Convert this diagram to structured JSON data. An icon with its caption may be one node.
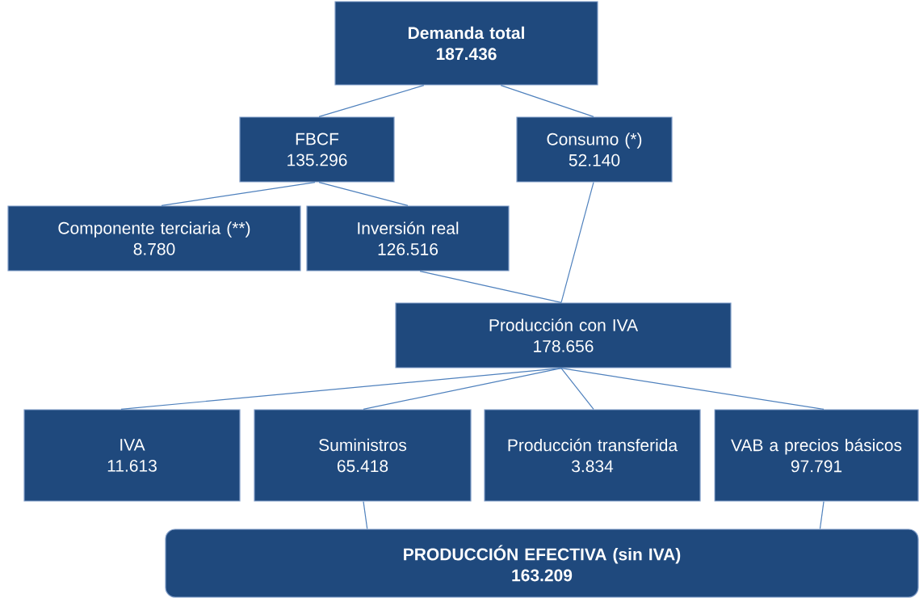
{
  "diagram": {
    "nodes": [
      {
        "text": [
          "Demanda total",
          "187.436"
        ]
      },
      {
        "text": [
          "FBCF",
          "135.296"
        ]
      },
      {
        "text": [
          "Consumo (*)",
          "52.140"
        ]
      },
      {
        "text": [
          "Componente terciaria (**)",
          "8.780"
        ]
      },
      {
        "text": [
          "Inversión real",
          "126.516"
        ]
      },
      {
        "text": [
          "Producción con IVA",
          "178.656"
        ]
      },
      {
        "text": [
          "IVA",
          "11.613"
        ]
      },
      {
        "text": [
          "Suministros",
          "65.418"
        ]
      },
      {
        "text": [
          "Producción transferida",
          "3.834"
        ]
      },
      {
        "text": [
          "VAB a precios básicos",
          "97.791"
        ]
      },
      {
        "text": [
          "PRODUCCIÓN EFECTIVA (sin IVA)",
          "163.209"
        ]
      }
    ],
    "edges": [
      {
        "from": 0,
        "to": 1,
        "arrow": "none"
      },
      {
        "from": 0,
        "to": 2,
        "arrow": "none"
      },
      {
        "from": 1,
        "to": 3,
        "arrow": "none"
      },
      {
        "from": 1,
        "to": 4,
        "arrow": "none"
      },
      {
        "from": 2,
        "to": 5,
        "arrow": "none"
      },
      {
        "from": 4,
        "to": 5,
        "arrow": "none"
      },
      {
        "from": 5,
        "to": 6,
        "arrow": "none"
      },
      {
        "from": 5,
        "to": 7,
        "arrow": "none"
      },
      {
        "from": 5,
        "to": 8,
        "arrow": "none"
      },
      {
        "from": 5,
        "to": 9,
        "arrow": "none"
      },
      {
        "from": 7,
        "to": 10,
        "arrow": "none"
      },
      {
        "from": 9,
        "to": 10,
        "arrow": "none"
      }
    ]
  }
}
